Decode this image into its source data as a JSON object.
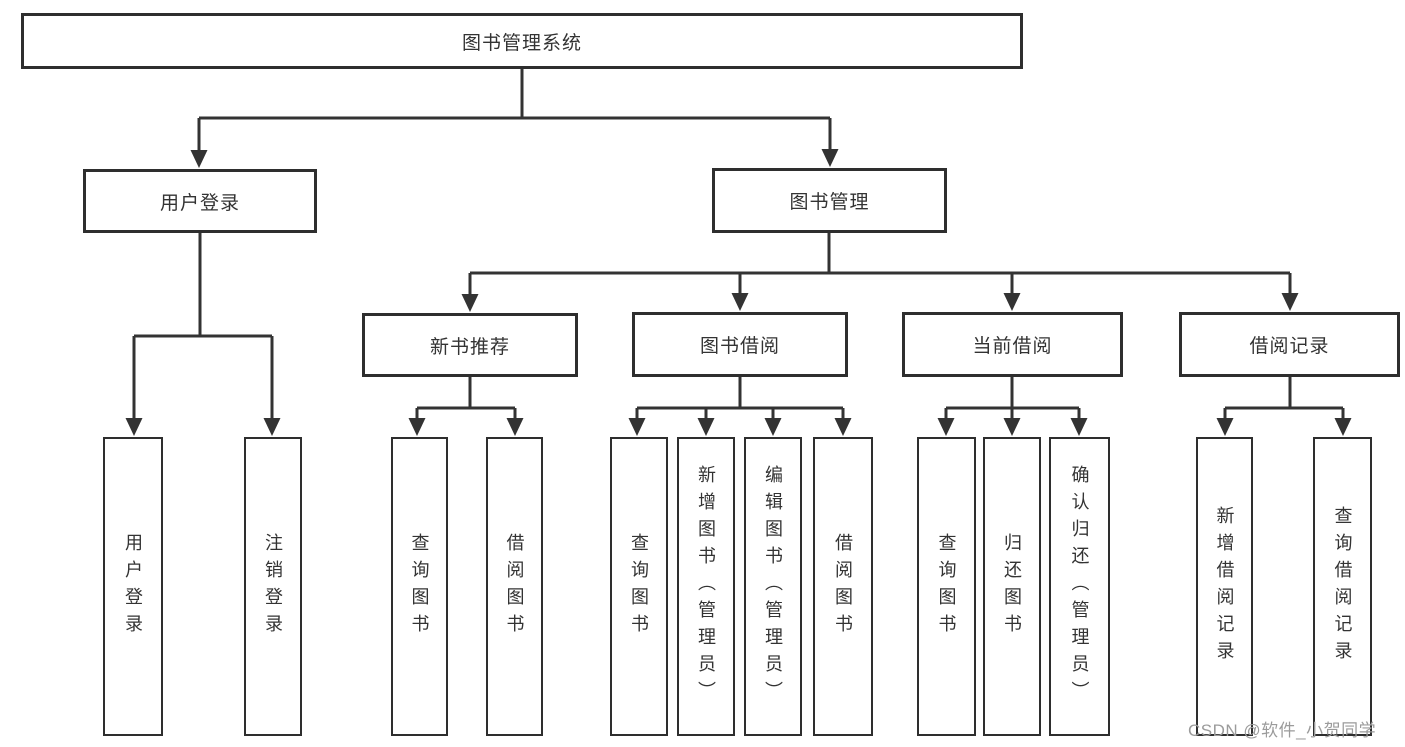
{
  "colors": {
    "line": "#333333",
    "box_border": "#2e2e2e",
    "text": "#333333",
    "background": "#ffffff",
    "watermark": "#9b9b9b"
  },
  "watermark": {
    "text": "CSDN @软件_小贺同学"
  },
  "diagram": {
    "type": "tree",
    "title": "图书管理系统",
    "root": {
      "label": "图书管理系统",
      "children": [
        {
          "label": "用户登录",
          "children": [
            {
              "label": "用户登录"
            },
            {
              "label": "注销登录"
            }
          ]
        },
        {
          "label": "图书管理",
          "children": [
            {
              "label": "新书推荐",
              "children": [
                {
                  "label": "查询图书"
                },
                {
                  "label": "借阅图书"
                }
              ]
            },
            {
              "label": "图书借阅",
              "children": [
                {
                  "label": "查询图书"
                },
                {
                  "label": "新增图书（管理员）"
                },
                {
                  "label": "编辑图书（管理员）"
                },
                {
                  "label": "借阅图书"
                }
              ]
            },
            {
              "label": "当前借阅",
              "children": [
                {
                  "label": "查询图书"
                },
                {
                  "label": "归还图书"
                },
                {
                  "label": "确认归还（管理员）"
                }
              ]
            },
            {
              "label": "借阅记录",
              "children": [
                {
                  "label": "新增借阅记录"
                },
                {
                  "label": "查询借阅记录"
                }
              ]
            }
          ]
        }
      ]
    }
  }
}
